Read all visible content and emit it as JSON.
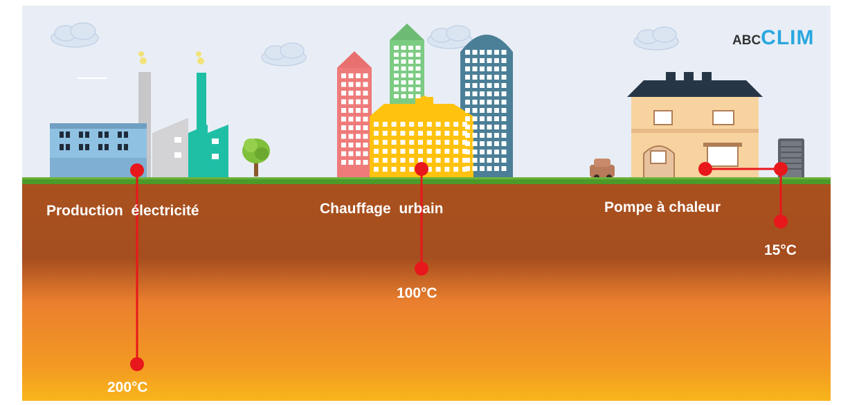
{
  "brand": {
    "prefix": "ABC",
    "suffix": "CLIM",
    "prefix_color": "#333333",
    "suffix_color": "#2aa7df"
  },
  "sections": [
    {
      "label": "Production  électricité",
      "temperature": "200°C",
      "icons": [
        "factory-icon",
        "chimney-icon",
        "tree-icon"
      ]
    },
    {
      "label": "Chauffage  urbain",
      "temperature": "100°C",
      "icons": [
        "buildings-icon"
      ]
    },
    {
      "label": "Pompe à chaleur",
      "temperature": "15°C",
      "icons": [
        "house-icon",
        "car-icon",
        "heat-pump-unit-icon"
      ]
    }
  ],
  "colors": {
    "sky": "#e9eef6",
    "soil_top": "#a9511e",
    "soil_bottom": "#f8b61b",
    "grass": "#4c9a2a",
    "probe": "#e8171b"
  }
}
